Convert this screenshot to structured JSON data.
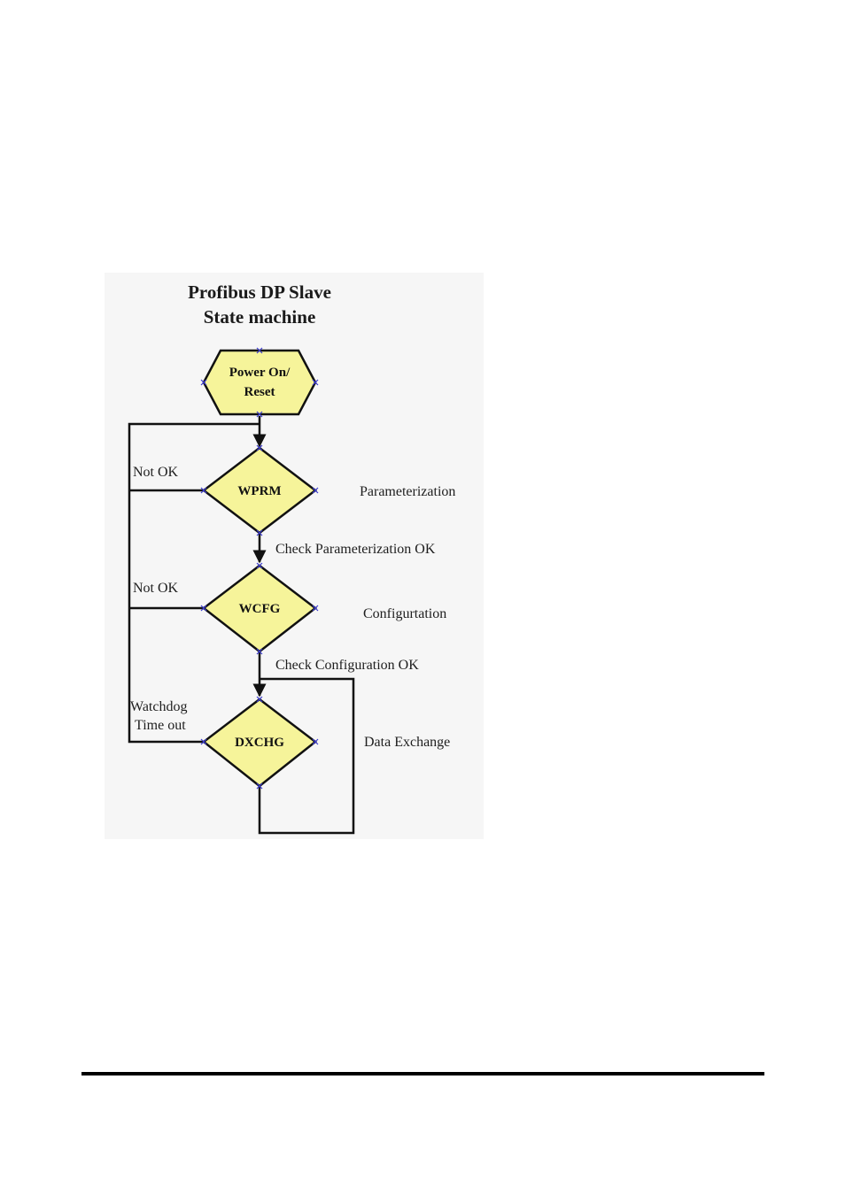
{
  "diagram": {
    "title_line1": "Profibus DP Slave",
    "title_line2": "State machine",
    "nodes": {
      "power_on_line1": "Power On/",
      "power_on_line2": "Reset",
      "wprm": "WPRM",
      "wcfg": "WCFG",
      "dxchg": "DXCHG"
    },
    "labels": {
      "parameterization": "Parameterization",
      "check_param_ok": "Check Parameterization OK",
      "configuration": "Configurtation",
      "check_config_ok": "Check Configuration OK",
      "data_exchange": "Data Exchange",
      "not_ok_1": "Not OK",
      "not_ok_2": "Not OK",
      "watchdog_line1": "Watchdog",
      "watchdog_line2": "Time out"
    },
    "colors": {
      "node_fill": "#f6f49a",
      "figure_background": "#f6f6f6",
      "port_marker": "#3a3ad0"
    }
  }
}
